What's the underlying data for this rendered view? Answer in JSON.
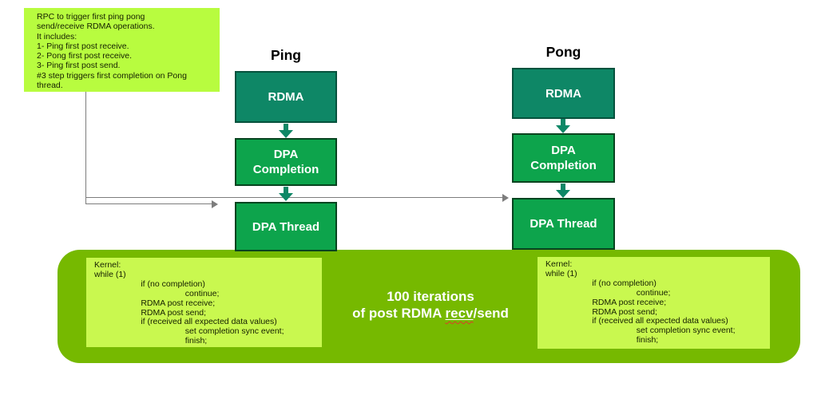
{
  "colors": {
    "teal": "#0E8766",
    "teal-border": "#06523D",
    "green": "#0DA44C",
    "green-border": "#07441F",
    "nvgreen": "#76B900",
    "chartreuse": "#B8FC3F",
    "codebg": "#C9F84F",
    "ink": "#152000",
    "gray": "#7D7D7D",
    "red": "#E03A2B"
  },
  "note": {
    "lines": [
      "RPC to trigger first ping pong",
      "send/receive RDMA operations.",
      "It includes:",
      "1- Ping first post receive.",
      "2- Pong first post receive.",
      "3- Ping first post send.",
      "#3 step triggers first completion on Pong",
      "thread."
    ]
  },
  "ping": {
    "title": "Ping",
    "rdma_label": "RDMA",
    "completion_label": "DPA\nCompletion",
    "thread_label": "DPA Thread"
  },
  "pong": {
    "title": "Pong",
    "rdma_label": "RDMA",
    "completion_label": "DPA\nCompletion",
    "thread_label": "DPA Thread"
  },
  "loop": {
    "iterations_line1": "100 iterations",
    "iterations_prefix": "of post RDMA ",
    "iterations_word": "recv",
    "iterations_suffix": "/send",
    "kernel_code_lines": [
      "Kernel:",
      "while (1)",
      "                    if (no completion)",
      "                                       continue;",
      "                    RDMA post receive;",
      "                    RDMA post send;",
      "                    if (received all expected data values)",
      "                                       set completion sync event;",
      "                                       finish;"
    ]
  }
}
